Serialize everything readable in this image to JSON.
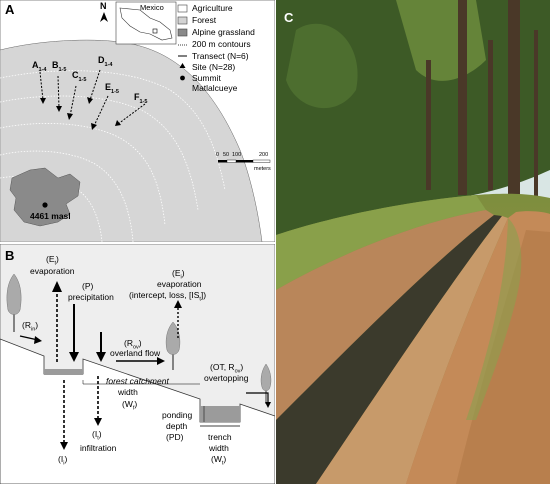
{
  "panels": {
    "a": {
      "letter": "A",
      "north": "N",
      "inset_label": "Mexico",
      "legend": [
        {
          "label": "Agriculture",
          "swatch": "#ffffff"
        },
        {
          "label": "Forest",
          "swatch": "#d3d3d3"
        },
        {
          "label": "Alpine grassland",
          "swatch": "#8a8a8a"
        },
        {
          "label": "200 m contours",
          "swatch": "dotted"
        },
        {
          "label": "Transect (N=6)",
          "swatch": "line"
        },
        {
          "label": "Site (N=28)",
          "swatch": "triangle"
        },
        {
          "label": "Summit",
          "swatch": "dot"
        },
        {
          "label": "Matlalcueye",
          "swatch": "none"
        }
      ],
      "transects": [
        {
          "letter": "A",
          "sub": "1-4"
        },
        {
          "letter": "B",
          "sub": "1-5"
        },
        {
          "letter": "C",
          "sub": "1-5"
        },
        {
          "letter": "D",
          "sub": "1-4"
        },
        {
          "letter": "E",
          "sub": "1-5"
        },
        {
          "letter": "F",
          "sub": "1-5"
        }
      ],
      "scale": {
        "ticks": [
          "0",
          "50",
          "100",
          "200"
        ],
        "unit": "meters"
      },
      "summit_elevation": "4461 masl"
    },
    "b": {
      "letter": "B",
      "labels": {
        "ri_left": "(R",
        "ri_sub": "in",
        "ei_top": "(E",
        "ei_sub": "t",
        "evaporation1": "evaporation",
        "p": "(P)",
        "precipitation": "precipitation",
        "ei2_top": "(E",
        "ei2_sub": "i",
        "evaporation2": "evaporation",
        "intercept": "(intercept, loss, [IS",
        "intercept_sub": "t",
        "intercept_end": "])",
        "rof": "(R",
        "rof_sub": "ov",
        "overland": "overland flow",
        "forest_catch": "forest catchment",
        "width": "width",
        "wf": "(W",
        "wf_sub": "f",
        "ot": "(OT, R",
        "ot_sub": "ov",
        "overtopping": "overtopping",
        "ponding": "ponding",
        "depth": "depth",
        "pd": "(PD)",
        "it": "(I",
        "it_sub": "t",
        "ii": "(I",
        "ii_sub": "i",
        "infiltration": "infiltration",
        "trench": "trench",
        "trench_width": "width",
        "wt": "(W",
        "wt_sub": "t"
      }
    },
    "c": {
      "letter": "C"
    }
  },
  "colors": {
    "panel_bg": "#eeeeee",
    "forest": "#d3d3d3",
    "grassland": "#8a8a8a",
    "trench_fill": "#9b9b9b"
  }
}
